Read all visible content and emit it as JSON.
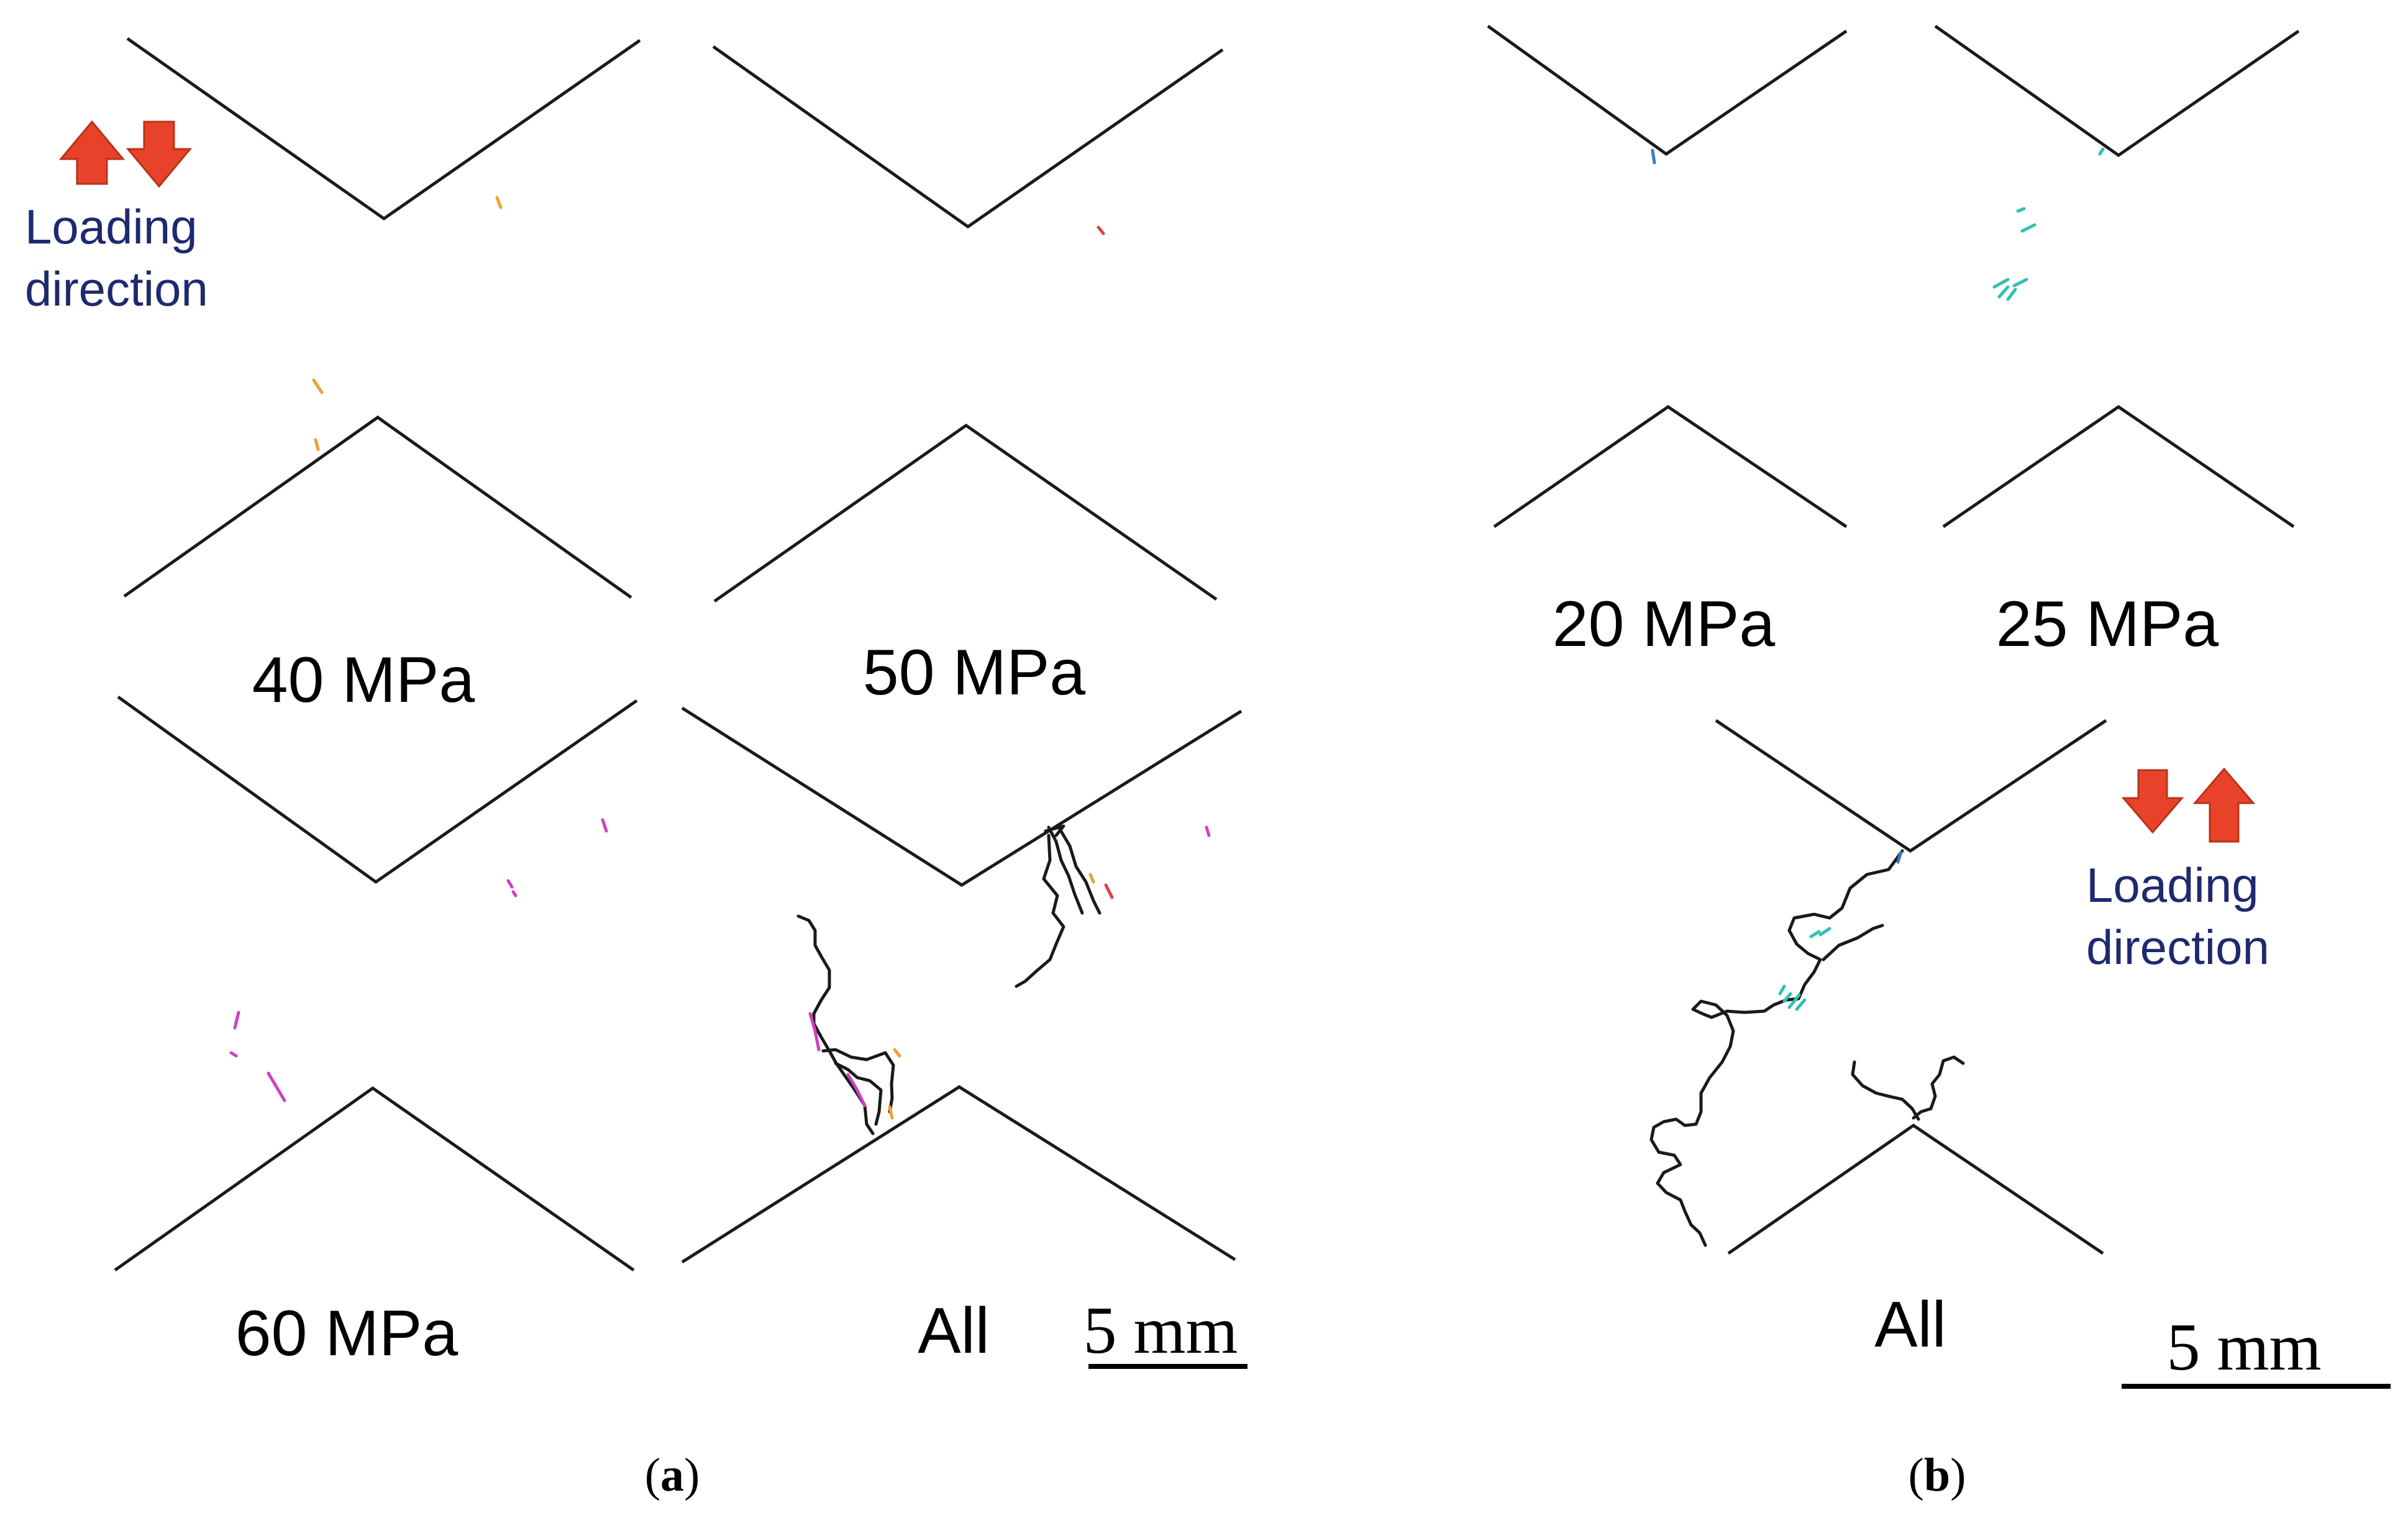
{
  "panel_a": {
    "caption_label": "a",
    "subpanels": [
      {
        "id": "a-40",
        "stress_label": "40 MPa"
      },
      {
        "id": "a-50",
        "stress_label": "50 MPa"
      },
      {
        "id": "a-60",
        "stress_label": "60 MPa"
      },
      {
        "id": "a-all",
        "stress_label": "All"
      }
    ],
    "loading": {
      "line1": "Loading",
      "line2": "direction"
    },
    "scale_bar": {
      "label": "5 mm"
    }
  },
  "panel_b": {
    "caption_label": "b",
    "subpanels": [
      {
        "id": "b-20",
        "stress_label": "20 MPa"
      },
      {
        "id": "b-25",
        "stress_label": "25 MPa"
      },
      {
        "id": "b-all",
        "stress_label": "All"
      }
    ],
    "loading": {
      "line1": "Loading",
      "line2": "direction"
    },
    "scale_bar": {
      "label": "5 mm"
    }
  },
  "caption": {
    "open": "(",
    "close": ")"
  },
  "colors": {
    "notch": "#1a1a1a",
    "crack_40": "#f0a030",
    "crack_50": "#e04040",
    "crack_60": "#d040c0",
    "crack_20": "#3a7ac8",
    "crack_25": "#30c0b0",
    "arrow": "#e8432a",
    "loading_text": "#1e2a6e"
  }
}
